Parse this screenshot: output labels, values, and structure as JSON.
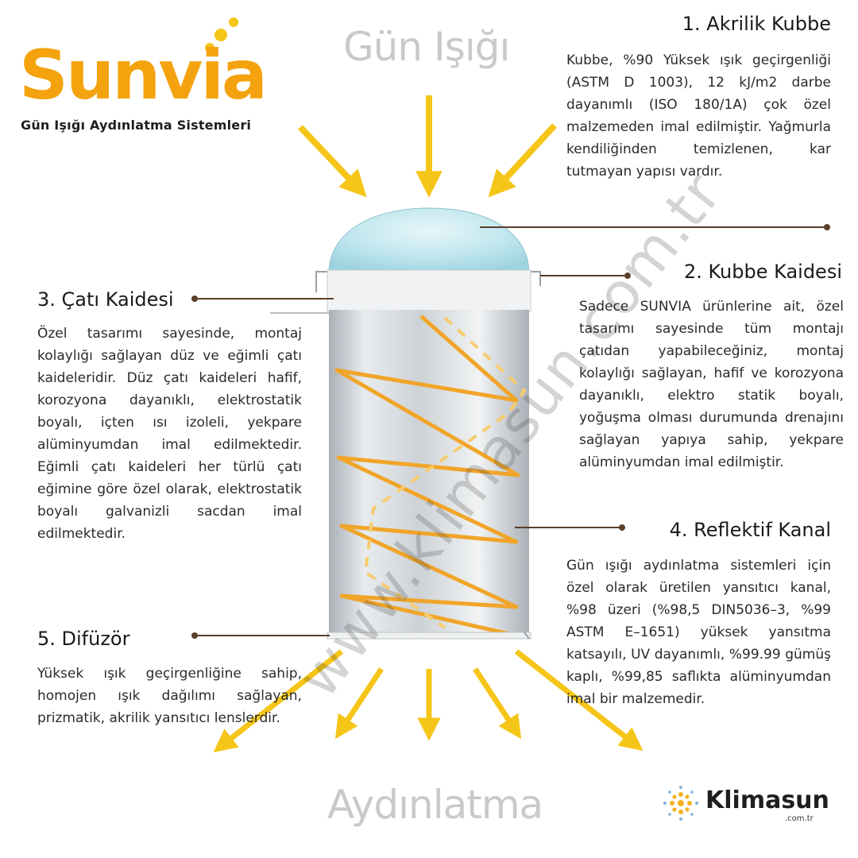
{
  "brand": {
    "name": "Sunvia",
    "tagline": "Gün Işığı Aydınlatma Sistemleri"
  },
  "top_label": "Gün Işığı",
  "bottom_label": "Aydınlatma",
  "watermark": "www.klimasun.com.tr",
  "sections": {
    "s1": {
      "heading": "1. Akrilik Kubbe",
      "text": "Kubbe, %90 Yüksek ışık geçirgenliği (ASTM D 1003), 12 kJ/m2 darbe dayanımlı (ISO 180/1A) çok özel malzemeden imal edilmiştir. Yağmurla kendiliğinden temizlenen, kar tutmayan yapısı vardır."
    },
    "s2": {
      "heading": "2. Kubbe Kaidesi",
      "text": "Sadece SUNVIA ürünlerine ait, özel tasarımı sayesinde tüm montajı çatıdan yapabileceğiniz, montaj kolaylığı sağlayan, hafif ve korozyona dayanıklı, elektro statik boyalı, yoğuşma olması durumunda drenajını sağlayan yapıya sahip, yekpare alüminyumdan imal edilmiştir."
    },
    "s3": {
      "heading": "3. Çatı Kaidesi",
      "text": "Özel tasarımı sayesinde, montaj kolaylığı sağlayan düz ve eğimli çatı kaideleridir. Düz çatı kaideleri hafif, korozyona dayanıklı, elektrostatik boyalı, içten ısı izoleli, yekpare alüminyumdan imal edilmektedir. Eğimli çatı kaideleri her türlü çatı eğimine göre özel olarak, elektrostatik boyalı galvanizli sacdan imal edilmektedir."
    },
    "s4": {
      "heading": "4. Reflektif Kanal",
      "text": "Gün ışığı aydınlatma sistemleri için özel olarak üretilen yansıtıcı kanal, %98 üzeri (%98,5 DIN5036–3, %99 ASTM E–1651) yüksek yansıtma katsayılı, UV dayanımlı, %99.99 gümüş kaplı, %99,85 saflıkta alüminyumdan imal bir malzemedir."
    },
    "s5": {
      "heading": "5. Difüzör",
      "text": "Yüksek ışık geçirgenliğine sahip, homojen ışık dağılımı sağlayan, prizmatik, akrilik yansıtıcı lenslerdir."
    }
  },
  "footer_logo": {
    "name": "Klimasun",
    "domain": ".com.tr"
  },
  "colors": {
    "brand_orange": "#f4a30e",
    "arrow_yellow": "#f5c518",
    "ray_orange": "#f0a52a",
    "dome_blue": "#bfe6ee",
    "leader_brown": "#5a3f2a"
  }
}
